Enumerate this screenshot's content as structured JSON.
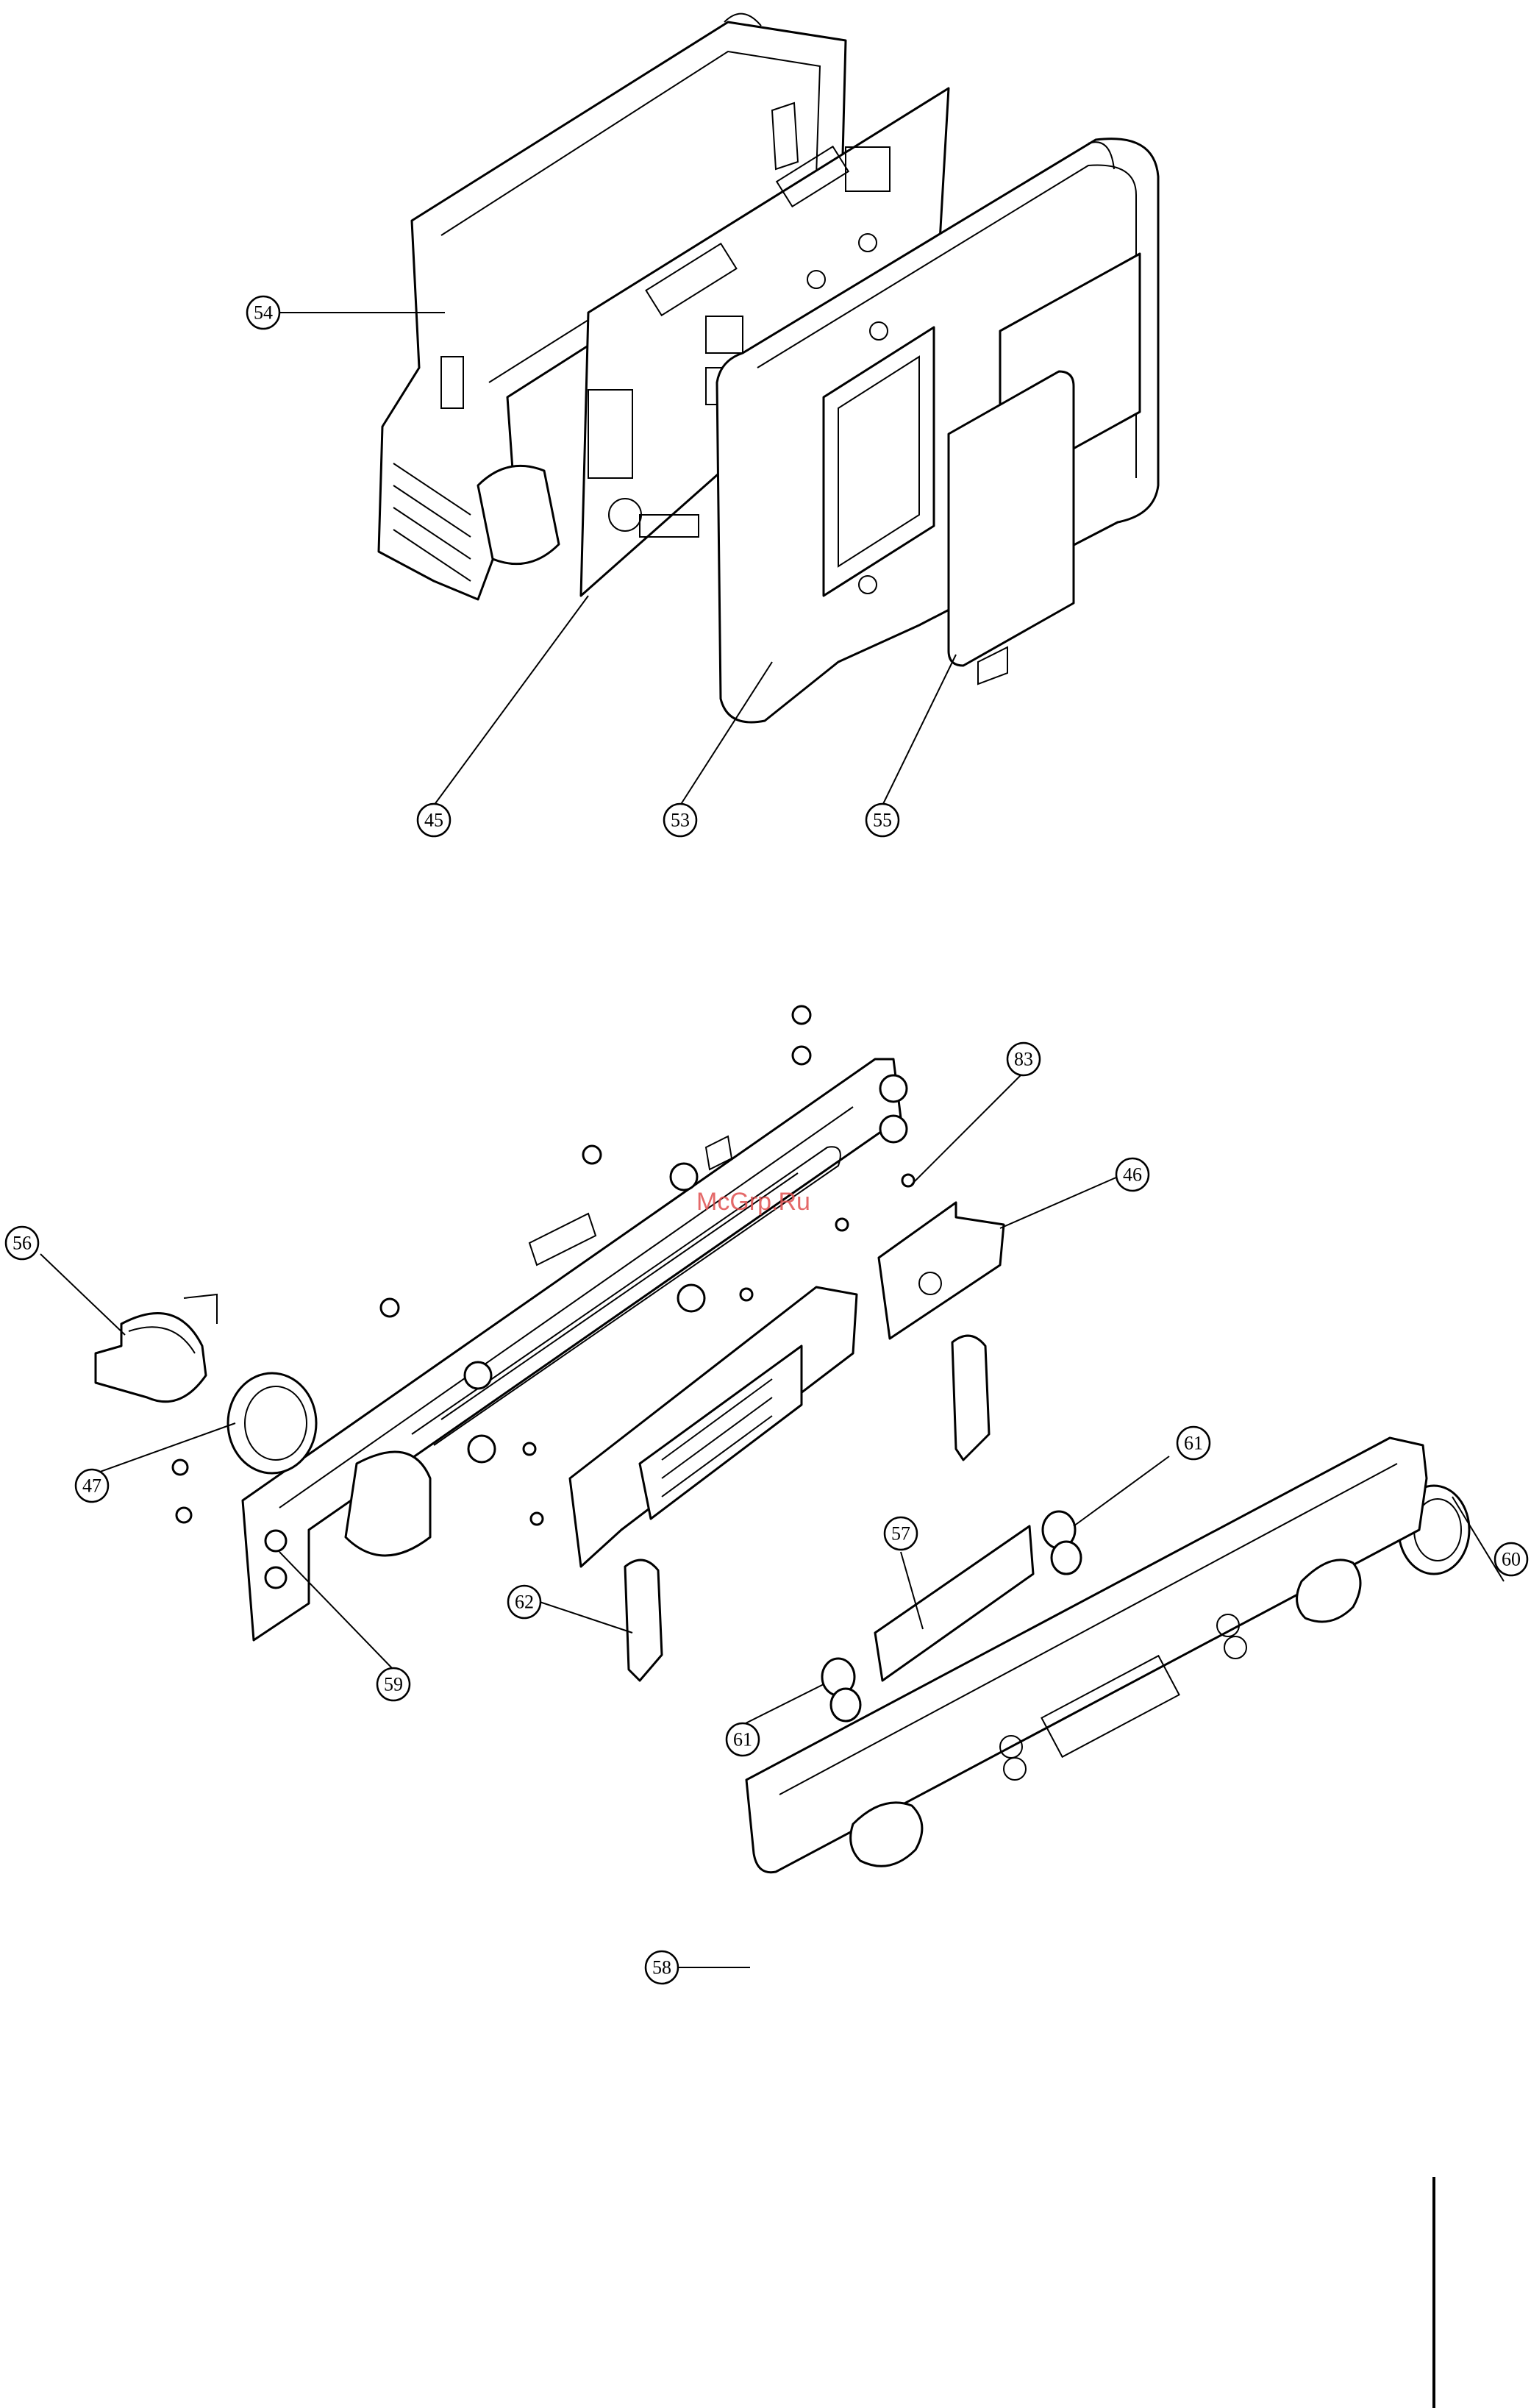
{
  "watermark": "McGrp.Ru",
  "callouts": {
    "c54": "54",
    "c45": "45",
    "c53": "53",
    "c55": "55",
    "c83": "83",
    "c46": "46",
    "c56": "56",
    "c47": "47",
    "c59": "59",
    "c62": "62",
    "c61a": "61",
    "c57": "57",
    "c60": "60",
    "c61b": "61",
    "c58": "58"
  }
}
